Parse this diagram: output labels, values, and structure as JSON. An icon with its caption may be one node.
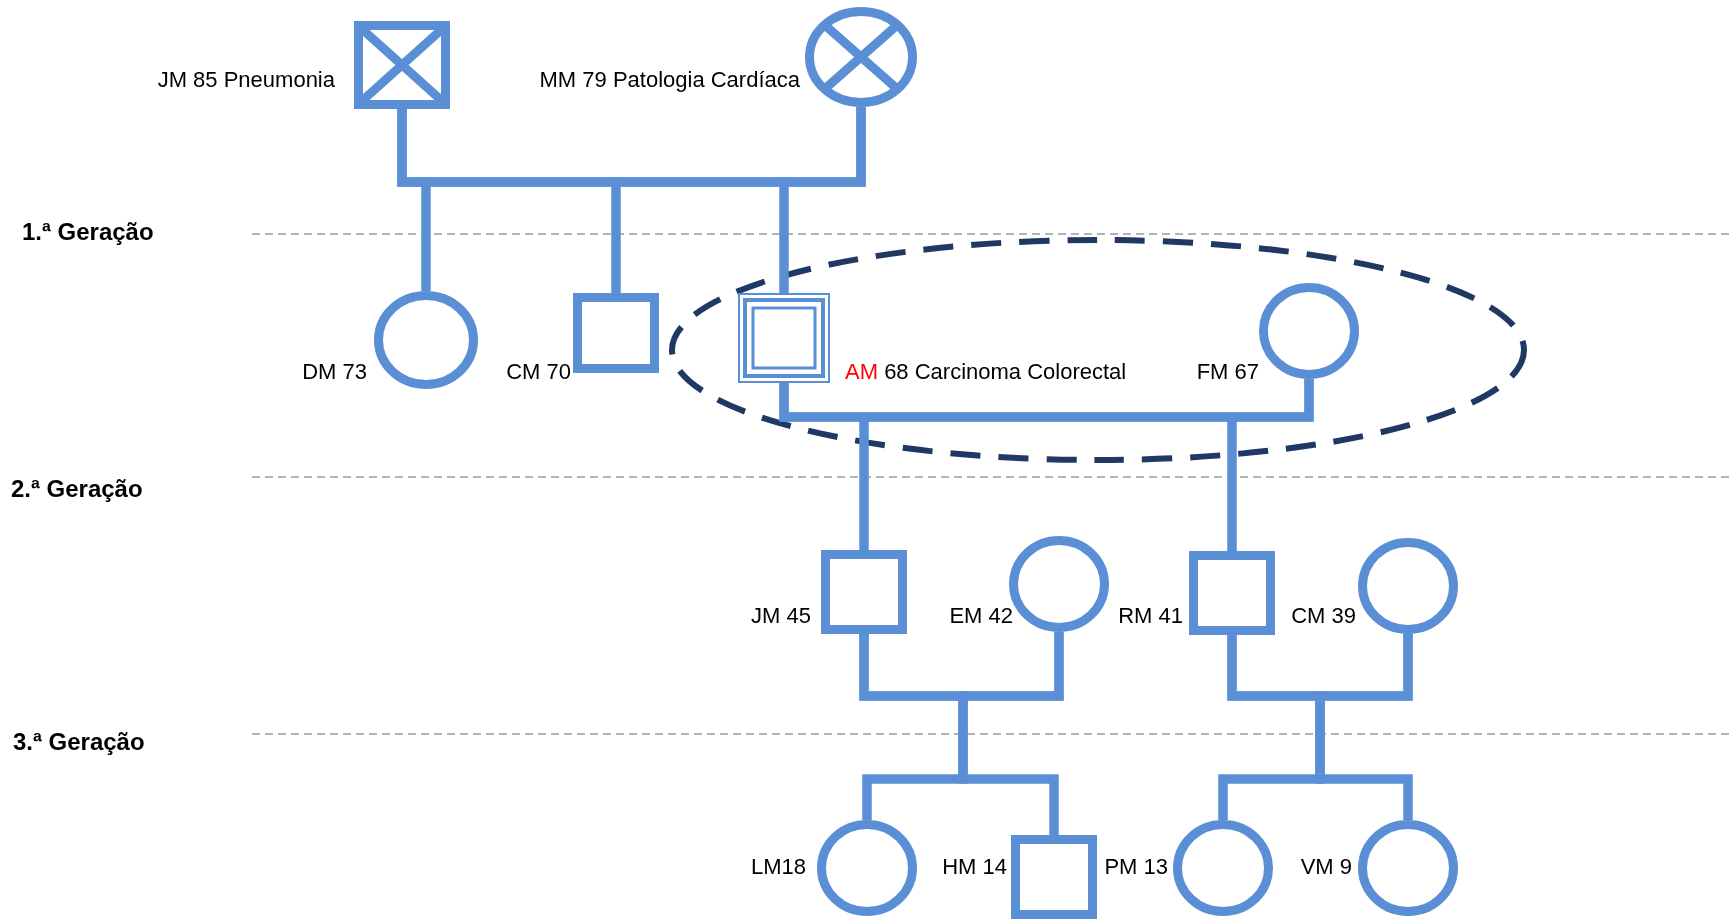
{
  "diagram": {
    "nodes": [
      {
        "text": [],
        "shape": "crossed-box",
        "beside": [
          "JM 85 Pneumonia"
        ]
      },
      {
        "text": [],
        "shape": "crossed-circle",
        "beside": [
          "MM 79 Patologia Cardíaca"
        ]
      },
      {
        "text": [],
        "shape": "circle",
        "beside": [
          "DM 73"
        ]
      },
      {
        "text": [],
        "shape": "box",
        "beside": [
          "CM 70"
        ]
      },
      {
        "text": [],
        "shape": "double-box",
        "beside": [
          "AM",
          "68 Carcinoma Colorectal"
        ]
      },
      {
        "text": [],
        "shape": "circle",
        "beside": [
          "FM 67"
        ]
      },
      {
        "text": [],
        "shape": "box",
        "beside": [
          "JM 45"
        ]
      },
      {
        "text": [],
        "shape": "circle",
        "beside": [
          "EM 42"
        ]
      },
      {
        "text": [],
        "shape": "box",
        "beside": [
          "RM 41"
        ]
      },
      {
        "text": [],
        "shape": "circle",
        "beside": [
          "CM 39"
        ]
      },
      {
        "text": [],
        "shape": "circle",
        "beside": [
          "LM18"
        ]
      },
      {
        "text": [],
        "shape": "box",
        "beside": [
          "HM 14"
        ]
      },
      {
        "text": [],
        "shape": "circle",
        "beside": [
          "PM 13"
        ]
      },
      {
        "text": [],
        "shape": "circle",
        "beside": [
          "VM 9"
        ]
      }
    ],
    "edges": [
      {
        "from": 0,
        "to": 1,
        "arrow": "none"
      },
      {
        "from": 0,
        "to": 2,
        "arrow": "none"
      },
      {
        "from": 1,
        "to": 2,
        "arrow": "none"
      },
      {
        "from": 0,
        "to": 3,
        "arrow": "none"
      },
      {
        "from": 1,
        "to": 3,
        "arrow": "none"
      },
      {
        "from": 0,
        "to": 4,
        "arrow": "none"
      },
      {
        "from": 1,
        "to": 4,
        "arrow": "none"
      },
      {
        "from": 4,
        "to": 5,
        "arrow": "none"
      },
      {
        "from": 4,
        "to": 6,
        "arrow": "none"
      },
      {
        "from": 5,
        "to": 6,
        "arrow": "none"
      },
      {
        "from": 4,
        "to": 8,
        "arrow": "none"
      },
      {
        "from": 5,
        "to": 8,
        "arrow": "none"
      },
      {
        "from": 6,
        "to": 7,
        "arrow": "none"
      },
      {
        "from": 6,
        "to": 10,
        "arrow": "none"
      },
      {
        "from": 7,
        "to": 10,
        "arrow": "none"
      },
      {
        "from": 6,
        "to": 11,
        "arrow": "none"
      },
      {
        "from": 7,
        "to": 11,
        "arrow": "none"
      },
      {
        "from": 8,
        "to": 9,
        "arrow": "none"
      },
      {
        "from": 8,
        "to": 12,
        "arrow": "none"
      },
      {
        "from": 9,
        "to": 12,
        "arrow": "none"
      },
      {
        "from": 8,
        "to": 13,
        "arrow": "none"
      },
      {
        "from": 9,
        "to": 13,
        "arrow": "none"
      }
    ],
    "labels": [
      "1.ª Geração",
      "2.ª Geração",
      "3.ª Geração"
    ]
  }
}
